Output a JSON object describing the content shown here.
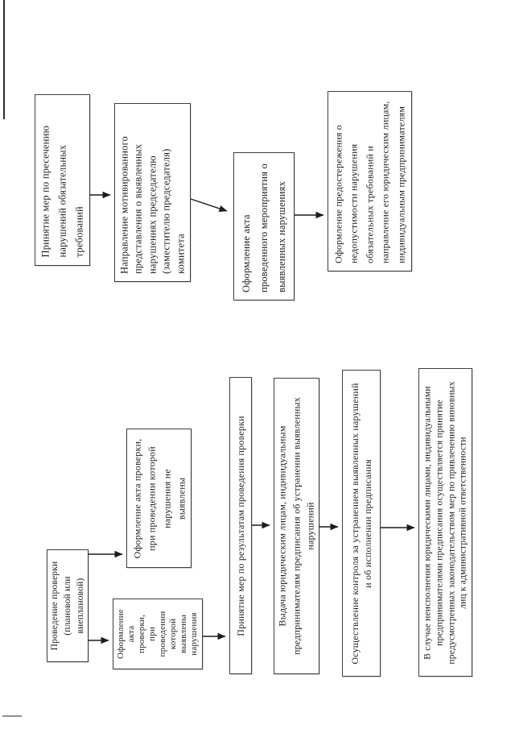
{
  "page": {
    "background_color": "#ffffff",
    "ink_color": "#1f1f1f",
    "box_border_color": "#3e3e3e",
    "arrow_color": "#1c1c1c"
  },
  "top_flowchart": {
    "boxes": [
      {
        "id": "take-measures-suppression",
        "label": "Принятие мер по пресечению\nнарушений обязательных\nтребований"
      },
      {
        "id": "send-motivated-representation",
        "label": "Направление мотивированного\nпредставления о выявленных\nнарушениях председателю\n(заместителю председателя)\nкомитета"
      },
      {
        "id": "draft-event-act",
        "label": "Оформление акта\nпроведенного мероприятия о\nвыявленных нарушениях"
      },
      {
        "id": "draft-warning",
        "label": "Оформление предостережения о\nнедопустимости нарушения\nобязательных требований и\nнаправление его юридическим лицам,\nиндивидуальным предпринимателям"
      }
    ]
  },
  "bottom_flowchart": {
    "boxes": [
      {
        "id": "conduct-inspection",
        "label": "Проведение проверки\n(плановой или\nвнеплановой)"
      },
      {
        "id": "act-no-violations",
        "label": "Оформление акта проверки,\nпри проведении которой\nнарушения не\nвыявлены"
      },
      {
        "id": "act-violations-found",
        "label": "Оформление\nакта\nпроверки,\nпри\nпроведении\nкоторой\nвыявлены\nнарушения"
      },
      {
        "id": "measures-by-results",
        "label": "Принятие мер по результатам проведения проверки"
      },
      {
        "id": "issue-order",
        "label": "Выдача юридическим лицам, индивидуальным\nпредпринимателям предписания об устранении выявленных\nнарушений"
      },
      {
        "id": "control-elimination",
        "label": "Осуществление контроля за устранением выявленных нарушений\nи об исполнении предписания"
      },
      {
        "id": "administrative-liability",
        "label": "В случае неисполнения юридическими лицами, индивидуальными\nпредпринимателями предписания осуществляется принятие\nпредусмотренных законодательством мер по привлечению виновных\nлиц к административной ответственности"
      }
    ]
  }
}
